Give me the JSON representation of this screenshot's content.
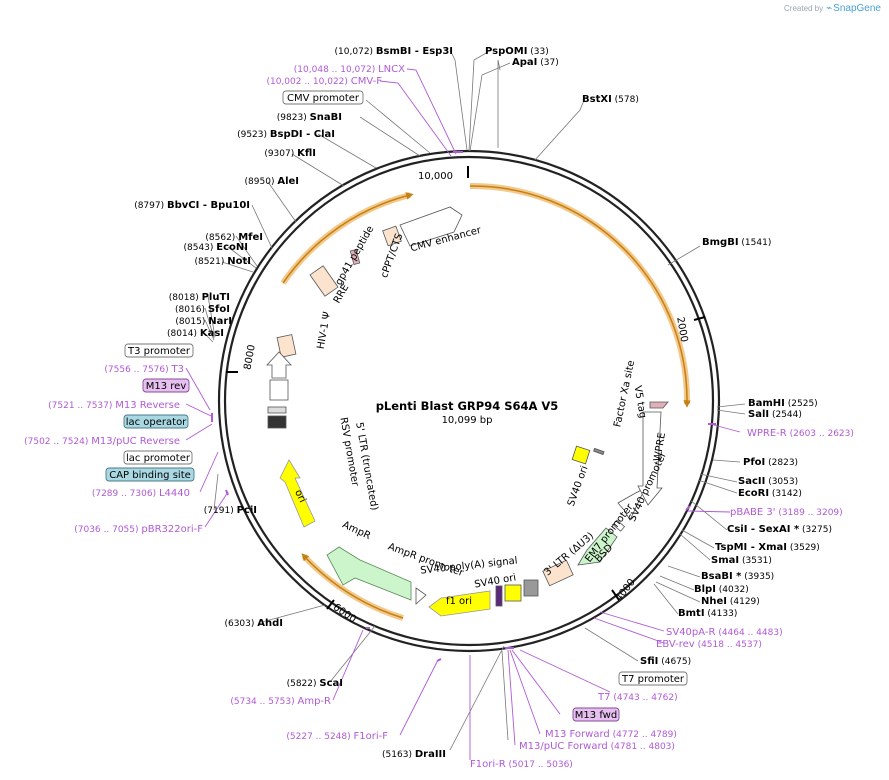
{
  "brand": {
    "created_by": "Created by",
    "logo": "SnapGene"
  },
  "plasmid": {
    "name": "pLenti Blast GRP94 S64A V5",
    "length_label": "10,099 bp",
    "total_bp": 10099
  },
  "colors": {
    "enzyme_text": "#000000",
    "primer": "#b05ad6",
    "line": "#555555",
    "feature_fill": "#fbe3cd",
    "ori_fill": "#ffff00",
    "ampr_fill": "#ccf5cc",
    "ring_arc": "#e8a44a"
  },
  "ticks": [
    {
      "label": "10,000",
      "bp": 10000
    },
    {
      "label": "2000",
      "bp": 2000
    },
    {
      "label": "4000",
      "bp": 4000
    },
    {
      "label": "6000",
      "bp": 6000
    },
    {
      "label": "8000",
      "bp": 8000
    }
  ],
  "enzymes": [
    {
      "name": "BsmBI",
      "extra": "- Esp3I",
      "pos": "(10,072)",
      "bp": 10072,
      "side": "L"
    },
    {
      "name": "PspOMI",
      "extra": "",
      "pos": "(33)",
      "bp": 33,
      "side": "R"
    },
    {
      "name": "ApaI",
      "extra": "",
      "pos": "(37)",
      "bp": 37,
      "side": "R"
    },
    {
      "name": "BstXI",
      "extra": "",
      "pos": "(578)",
      "bp": 578,
      "side": "R"
    },
    {
      "name": "BmgBI",
      "extra": "",
      "pos": "(1541)",
      "bp": 1541,
      "side": "R"
    },
    {
      "name": "BamHI",
      "extra": "",
      "pos": "(2525)",
      "bp": 2525,
      "side": "R"
    },
    {
      "name": "SalI",
      "extra": "",
      "pos": "(2544)",
      "bp": 2544,
      "side": "R"
    },
    {
      "name": "PfoI",
      "extra": "",
      "pos": "(2823)",
      "bp": 2823,
      "side": "R"
    },
    {
      "name": "SacII",
      "extra": "",
      "pos": "(3053)",
      "bp": 3053,
      "side": "R"
    },
    {
      "name": "EcoRI",
      "extra": "",
      "pos": "(3142)",
      "bp": 3142,
      "side": "R"
    },
    {
      "name": "CsiI",
      "extra": "- SexAI *",
      "pos": "(3275)",
      "bp": 3275,
      "side": "R"
    },
    {
      "name": "TspMI",
      "extra": "- XmaI",
      "pos": "(3529)",
      "bp": 3529,
      "side": "R"
    },
    {
      "name": "SmaI",
      "extra": "",
      "pos": "(3531)",
      "bp": 3531,
      "side": "R"
    },
    {
      "name": "BsaBI *",
      "extra": "",
      "pos": "(3935)",
      "bp": 3935,
      "side": "R"
    },
    {
      "name": "BlpI",
      "extra": "",
      "pos": "(4032)",
      "bp": 4032,
      "side": "R"
    },
    {
      "name": "NheI",
      "extra": "",
      "pos": "(4129)",
      "bp": 4129,
      "side": "R"
    },
    {
      "name": "BmtI",
      "extra": "",
      "pos": "(4133)",
      "bp": 4133,
      "side": "R"
    },
    {
      "name": "SfiI",
      "extra": "",
      "pos": "(4675)",
      "bp": 4675,
      "side": "R"
    },
    {
      "name": "DraIII",
      "extra": "",
      "pos": "(5163)",
      "bp": 5163,
      "side": "L"
    },
    {
      "name": "ScaI",
      "extra": "",
      "pos": "(5822)",
      "bp": 5822,
      "side": "L"
    },
    {
      "name": "AhdI",
      "extra": "",
      "pos": "(6303)",
      "bp": 6303,
      "side": "L"
    },
    {
      "name": "PciI",
      "extra": "",
      "pos": "(7191)",
      "bp": 7191,
      "side": "L"
    },
    {
      "name": "KasI",
      "extra": "",
      "pos": "(8014)",
      "bp": 8014,
      "side": "L"
    },
    {
      "name": "NarI",
      "extra": "",
      "pos": "(8015)",
      "bp": 8015,
      "side": "L"
    },
    {
      "name": "SfoI",
      "extra": "",
      "pos": "(8016)",
      "bp": 8016,
      "side": "L"
    },
    {
      "name": "PluTI",
      "extra": "",
      "pos": "(8018)",
      "bp": 8018,
      "side": "L"
    },
    {
      "name": "NotI",
      "extra": "",
      "pos": "(8521)",
      "bp": 8521,
      "side": "L"
    },
    {
      "name": "EcoNI",
      "extra": "",
      "pos": "(8543)",
      "bp": 8543,
      "side": "L"
    },
    {
      "name": "MfeI",
      "extra": "",
      "pos": "(8562)",
      "bp": 8562,
      "side": "L"
    },
    {
      "name": "BbvCI",
      "extra": "- Bpu10I",
      "pos": "(8797)",
      "bp": 8797,
      "side": "L"
    },
    {
      "name": "AleI",
      "extra": "",
      "pos": "(8950)",
      "bp": 8950,
      "side": "L"
    },
    {
      "name": "KflI",
      "extra": "",
      "pos": "(9307)",
      "bp": 9307,
      "side": "L"
    },
    {
      "name": "BspDI",
      "extra": "- ClaI",
      "pos": "(9523)",
      "bp": 9523,
      "side": "L"
    },
    {
      "name": "SnaBI",
      "extra": "",
      "pos": "(9823)",
      "bp": 9823,
      "side": "L"
    }
  ],
  "primers": [
    {
      "name": "LNCX",
      "pos": "(10,048 .. 10,072)",
      "bp": 10060,
      "side": "L"
    },
    {
      "name": "CMV-F",
      "pos": "(10,002 .. 10,022)",
      "bp": 10012,
      "side": "L"
    },
    {
      "name": "WPRE-R",
      "pos": "(2603 .. 2623)",
      "bp": 2613,
      "side": "R"
    },
    {
      "name": "pBABE 3'",
      "pos": "(3189 .. 3209)",
      "bp": 3199,
      "side": "R"
    },
    {
      "name": "SV40pA-R",
      "pos": "(4464 .. 4483)",
      "bp": 4473,
      "side": "R"
    },
    {
      "name": "EBV-rev",
      "pos": "(4518 .. 4537)",
      "bp": 4527,
      "side": "R"
    },
    {
      "name": "T7",
      "pos": "(4743 .. 4762)",
      "bp": 4752,
      "side": "R"
    },
    {
      "name": "M13 Forward",
      "pos": "(4772 .. 4789)",
      "bp": 4780,
      "side": "R"
    },
    {
      "name": "M13/pUC Forward",
      "pos": "(4781 .. 4803)",
      "bp": 4792,
      "side": "R"
    },
    {
      "name": "F1ori-R",
      "pos": "(5017 .. 5036)",
      "bp": 5026,
      "side": "R"
    },
    {
      "name": "F1ori-F",
      "pos": "(5227 .. 5248)",
      "bp": 5237,
      "side": "L"
    },
    {
      "name": "Amp-R",
      "pos": "(5734 .. 5753)",
      "bp": 5743,
      "side": "L"
    },
    {
      "name": "pBR322ori-F",
      "pos": "(7036 .. 7055)",
      "bp": 7045,
      "side": "L"
    },
    {
      "name": "L4440",
      "pos": "(7289 .. 7306)",
      "bp": 7297,
      "side": "L"
    },
    {
      "name": "M13/pUC Reverse",
      "pos": "(7502 .. 7524)",
      "bp": 7513,
      "side": "L"
    },
    {
      "name": "M13 Reverse",
      "pos": "(7521 .. 7537)",
      "bp": 7529,
      "side": "L"
    },
    {
      "name": "T3",
      "pos": "(7556 .. 7576)",
      "bp": 7566,
      "side": "L"
    }
  ],
  "boxed_features": [
    {
      "name": "CMV promoter",
      "style": "white"
    },
    {
      "name": "T3 promoter",
      "style": "white"
    },
    {
      "name": "M13 rev",
      "style": "purple"
    },
    {
      "name": "lac operator",
      "style": "blue"
    },
    {
      "name": "lac promoter",
      "style": "white"
    },
    {
      "name": "CAP binding site",
      "style": "blue"
    },
    {
      "name": "T7 promoter",
      "style": "white"
    },
    {
      "name": "M13 fwd",
      "style": "purple"
    }
  ],
  "inner_features": {
    "cmv_enhancer": "CMV enhancer",
    "cppt": "cPPT/CTS",
    "rre": "RRE",
    "gp41": "gp41 peptide",
    "hiv_psi": "HIV-1 Ψ",
    "ltr5": "5' LTR (truncated)",
    "rsv": "RSV promoter",
    "ori": "ori",
    "ampr": "AmpR",
    "ampr_promoter": "AmpR promoter",
    "f1ori": "f1 ori",
    "sv40_polya": "SV40 poly(A) signal",
    "sv40_ori_bottom": "SV40 ori",
    "ltr3": "3' LTR (ΔU3)",
    "bsd": "BSD",
    "em7": "EM7 promoter",
    "sv40_promoter": "SV40 promoter",
    "sv40_ori_inner": "SV40 ori",
    "wpre": "WPRE",
    "v5tag": "V5 tag",
    "factor_xa": "Factor Xa site"
  }
}
